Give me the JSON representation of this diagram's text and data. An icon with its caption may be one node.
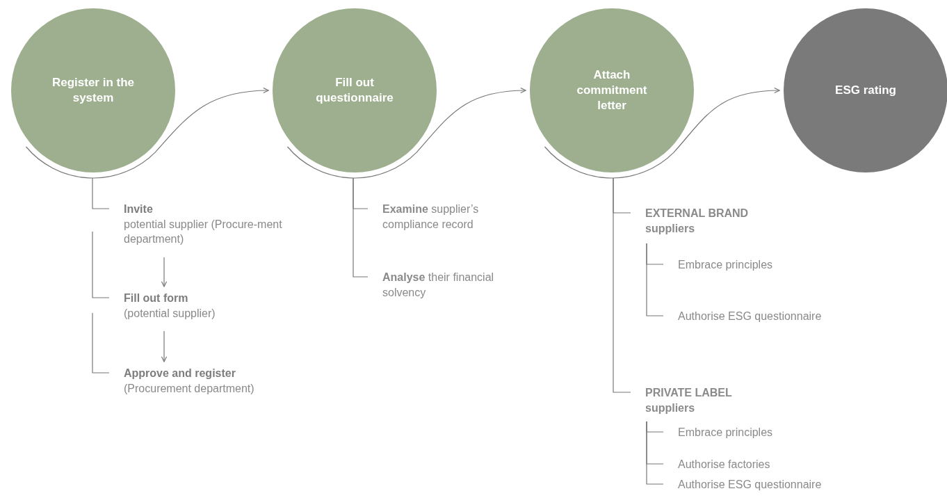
{
  "diagram": {
    "nodes": [
      {
        "text": [
          "Register in the system"
        ]
      },
      {
        "text": [
          "Fill out questionnaire"
        ]
      },
      {
        "text": [
          "Attach commitment letter"
        ]
      },
      {
        "text": [
          "ESG rating"
        ]
      },
      {
        "text": [
          "Invite",
          "potential supplier (Procure-ment department)"
        ]
      },
      {
        "text": [
          "Fill out form",
          "(potential supplier)"
        ]
      },
      {
        "text": [
          "Approve and register",
          "(Procurement department)"
        ]
      },
      {
        "text": [
          "**Examine** supplier’s compliance record"
        ]
      },
      {
        "text": [
          "**Analyse** their financial solvency"
        ]
      },
      {
        "text": [
          "EXTERNAL BRAND suppliers"
        ]
      },
      {
        "text": [
          "Embrace principles"
        ]
      },
      {
        "text": [
          "Authorise ESG questionnaire"
        ]
      },
      {
        "text": [
          "PRIVATE LABEL suppliers"
        ]
      },
      {
        "text": [
          "Embrace principles"
        ]
      },
      {
        "text": [
          "Authorise factories"
        ]
      },
      {
        "text": [
          "Authorise ESG questionnaire"
        ]
      }
    ],
    "edges": [
      {
        "from": 0,
        "to": 1,
        "arrow": "to"
      },
      {
        "from": 1,
        "to": 2,
        "arrow": "to"
      },
      {
        "from": 2,
        "to": 3,
        "arrow": "to"
      },
      {
        "from": 0,
        "to": 4,
        "arrow": "none"
      },
      {
        "from": 4,
        "to": 5,
        "arrow": "none"
      },
      {
        "from": 5,
        "to": 6,
        "arrow": "none"
      },
      {
        "from": 4,
        "to": 5,
        "arrow": "to"
      },
      {
        "from": 5,
        "to": 6,
        "arrow": "to"
      },
      {
        "from": 1,
        "to": 7,
        "arrow": "none"
      },
      {
        "from": 1,
        "to": 8,
        "arrow": "none"
      },
      {
        "from": 2,
        "to": 9,
        "arrow": "none"
      },
      {
        "from": 2,
        "to": 12,
        "arrow": "none"
      },
      {
        "from": 9,
        "to": 10,
        "arrow": "none"
      },
      {
        "from": 9,
        "to": 11,
        "arrow": "none"
      },
      {
        "from": 12,
        "to": 13,
        "arrow": "none"
      },
      {
        "from": 12,
        "to": 14,
        "arrow": "none"
      },
      {
        "from": 12,
        "to": 15,
        "arrow": "none"
      }
    ]
  }
}
